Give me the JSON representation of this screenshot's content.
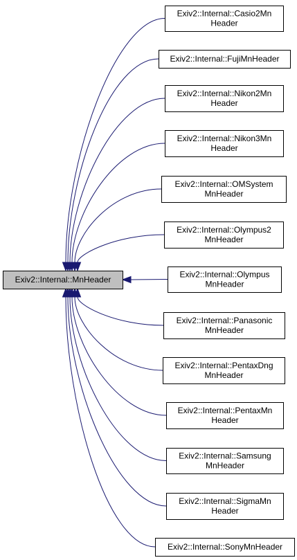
{
  "colors": {
    "edge": "#191970",
    "base_fill": "#bfbfbf",
    "node_fill": "#ffffff",
    "border": "#000000"
  },
  "base": {
    "lines": [
      "Exiv2::Internal::MnHeader"
    ]
  },
  "derived": [
    {
      "lines": [
        "Exiv2::Internal::Casio2Mn",
        "Header"
      ]
    },
    {
      "lines": [
        "Exiv2::Internal::FujiMnHeader"
      ]
    },
    {
      "lines": [
        "Exiv2::Internal::Nikon2Mn",
        "Header"
      ]
    },
    {
      "lines": [
        "Exiv2::Internal::Nikon3Mn",
        "Header"
      ]
    },
    {
      "lines": [
        "Exiv2::Internal::OMSystem",
        "MnHeader"
      ]
    },
    {
      "lines": [
        "Exiv2::Internal::Olympus2",
        "MnHeader"
      ]
    },
    {
      "lines": [
        "Exiv2::Internal::Olympus",
        "MnHeader"
      ]
    },
    {
      "lines": [
        "Exiv2::Internal::Panasonic",
        "MnHeader"
      ]
    },
    {
      "lines": [
        "Exiv2::Internal::PentaxDng",
        "MnHeader"
      ]
    },
    {
      "lines": [
        "Exiv2::Internal::PentaxMn",
        "Header"
      ]
    },
    {
      "lines": [
        "Exiv2::Internal::Samsung",
        "MnHeader"
      ]
    },
    {
      "lines": [
        "Exiv2::Internal::SigmaMn",
        "Header"
      ]
    },
    {
      "lines": [
        "Exiv2::Internal::SonyMnHeader"
      ]
    }
  ]
}
